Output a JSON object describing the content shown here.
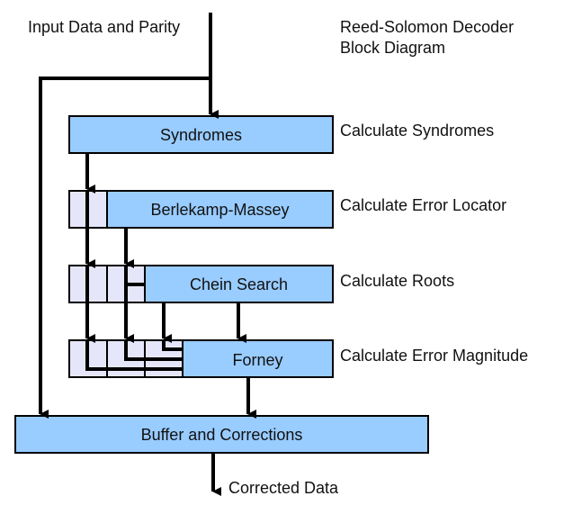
{
  "title": {
    "line1": "Reed-Solomon Decoder",
    "line2": "Block Diagram"
  },
  "input_label": "Input Data and Parity",
  "output_label": "Corrected Data",
  "colors": {
    "block_fill": "#99ccff",
    "cell_fill": "#e6e6fa",
    "stroke": "#000000"
  },
  "blocks": [
    {
      "id": "syndromes",
      "label": "Syndromes",
      "description": "Calculate Syndromes"
    },
    {
      "id": "berlekamp-massey",
      "label": "Berlekamp-Massey",
      "description": "Calculate Error Locator"
    },
    {
      "id": "chein-search",
      "label": "Chein Search",
      "description": "Calculate Roots"
    },
    {
      "id": "forney",
      "label": "Forney",
      "description": "Calculate Error Magnitude"
    },
    {
      "id": "buffer",
      "label": "Buffer and Corrections",
      "description": ""
    }
  ]
}
